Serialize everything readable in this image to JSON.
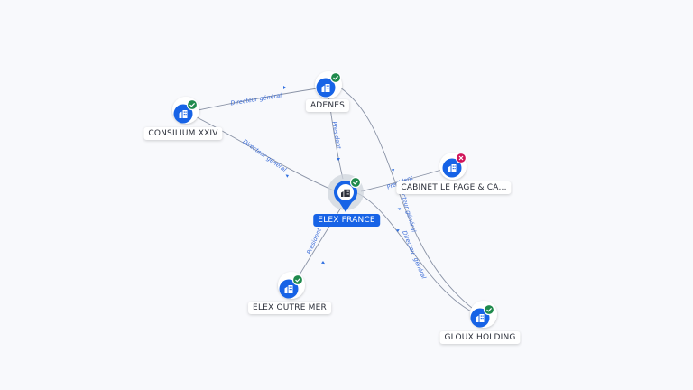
{
  "colors": {
    "primary": "#1763e6",
    "edge": "#8a93a6",
    "edge_label": "#3f6fd8",
    "status_active": "#1f8a4c",
    "status_inactive": "#d0155a"
  },
  "nodes": [
    {
      "id": "elex",
      "label": "ELEX FRANCE",
      "status": "active",
      "icon": "building-icon",
      "main": true
    },
    {
      "id": "adenes",
      "label": "ADENES",
      "status": "active",
      "icon": "building-icon"
    },
    {
      "id": "consilium",
      "label": "CONSILIUM XXIV",
      "status": "active",
      "icon": "building-icon"
    },
    {
      "id": "cabinet",
      "label": "CABINET LE PAGE & CA...",
      "status": "inactive",
      "icon": "building-icon"
    },
    {
      "id": "outremer",
      "label": "ELEX OUTRE MER",
      "status": "active",
      "icon": "building-icon"
    },
    {
      "id": "gloux",
      "label": "GLOUX HOLDING",
      "status": "active",
      "icon": "building-icon"
    }
  ],
  "edges": [
    {
      "id": "e1",
      "label": "Directeur général"
    },
    {
      "id": "e2",
      "label": "Directeur général"
    },
    {
      "id": "e3",
      "label": "President"
    },
    {
      "id": "e4",
      "label": "President"
    },
    {
      "id": "e5",
      "label": "President"
    },
    {
      "id": "e6",
      "label": "Directeur général"
    },
    {
      "id": "e7",
      "label": "Directeur général"
    }
  ]
}
